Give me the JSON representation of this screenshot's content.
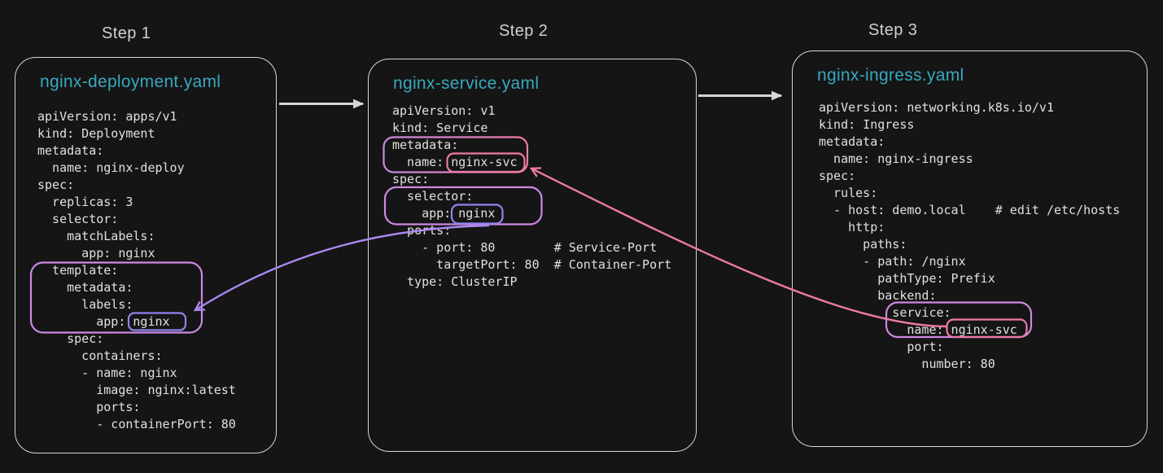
{
  "steps": [
    {
      "label": "Step 1"
    },
    {
      "label": "Step 2"
    },
    {
      "label": "Step 3"
    }
  ],
  "cards": [
    {
      "title": "nginx-deployment.yaml",
      "code": "apiVersion: apps/v1\nkind: Deployment\nmetadata:\n  name: nginx-deploy\nspec:\n  replicas: 3\n  selector:\n    matchLabels:\n      app: nginx\n  template:\n    metadata:\n      labels:\n        app: nginx\n    spec:\n      containers:\n      - name: nginx\n        image: nginx:latest\n        ports:\n        - containerPort: 80"
    },
    {
      "title": "nginx-service.yaml",
      "code": "apiVersion: v1\nkind: Service\nmetadata:\n  name: nginx-svc\nspec:\n  selector:\n    app: nginx\n  ports:\n    - port: 80        # Service-Port\n      targetPort: 80  # Container-Port\n  type: ClusterIP"
    },
    {
      "title": "nginx-ingress.yaml",
      "code": "apiVersion: networking.k8s.io/v1\nkind: Ingress\nmetadata:\n  name: nginx-ingress\nspec:\n  rules:\n  - host: demo.local    # edit /etc/hosts\n    http:\n      paths:\n      - path: /nginx\n        pathType: Prefix\n        backend:\n          service:\n            name: nginx-svc\n            port:\n              number: 80"
    }
  ],
  "colors": {
    "background": "#151515",
    "card_border": "#d6d6d6",
    "card_title": "#38a8be",
    "code_text": "#e2e0dd",
    "step_label": "#d3d1cf",
    "flow_arrow": "#d5d5d5",
    "violet_box": "#cd89e2",
    "blue_violet_box": "#9184ee",
    "pink_box": "#ef7aa8",
    "gradient_violet": "#c98ae2",
    "gradient_pink": "#ee7aa6",
    "purple_link_arrow": "#a988f0",
    "pink_link_arrow": "#ee7aa2"
  }
}
